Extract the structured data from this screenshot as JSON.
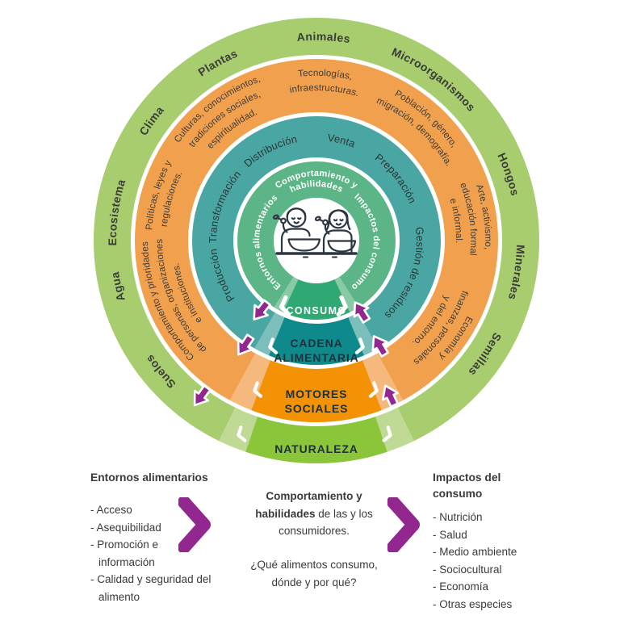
{
  "colors": {
    "outer_ring": "#a7cd6e",
    "social_ring": "#f1a04e",
    "chain_ring": "#4aa6a2",
    "inner_ring": "#5cb586",
    "consumo_wedge": "#2fa873",
    "cadena_wedge": "#0f8a8c",
    "motores_wedge": "#f29204",
    "naturaleza_wedge": "#8bc63a",
    "arrow_purple": "#92278f",
    "text_dark": "#3c3c3b"
  },
  "diagram": {
    "outer_labels": [
      "Animales",
      "Microorganismos",
      "Hongos",
      "Minerales",
      "Semillas",
      "Suelos",
      "Agua",
      "Ecosistema",
      "Clima",
      "Plantas"
    ],
    "social_drivers": {
      "tecnologias": [
        "Tecnologías,",
        "infraestructuras."
      ],
      "poblacion": [
        "Población, género,",
        "migración, demografía."
      ],
      "arte": [
        "Arte, activismo,",
        "educación formal",
        "e informal."
      ],
      "economia": [
        "Economía y",
        "finanzas, personales",
        "y del entorno."
      ],
      "comportamiento": [
        "Comportamiento y prioridades",
        "de personas, organizaciones",
        "e instituciones."
      ],
      "politicas": [
        "Políticas, leyes y",
        "regulaciones."
      ],
      "culturas": [
        "Culturas, conocimientos,",
        "tradiciones sociales,",
        "espiritualidad."
      ]
    },
    "food_chain": [
      "Distribución",
      "Venta",
      "Preparación",
      "Gestión de residuos",
      "Producción",
      "Transformación"
    ],
    "inner_ring": {
      "top_line1": "Comportamiento y",
      "top_line2": "habilidades",
      "left": "Entornos alimentarios",
      "right": "Impactos del consumo"
    },
    "badges": {
      "consumo": "CONSUMO",
      "cadena_line1": "CADENA",
      "cadena_line2": "ALIMENTARIA",
      "motores_line1": "MOTORES",
      "motores_line2": "SOCIALES",
      "naturaleza": "NATURALEZA"
    }
  },
  "footer": {
    "left": {
      "title": "Entornos alimentarios",
      "items": [
        "- Acceso",
        "- Asequibilidad",
        "- Promoción e información",
        "- Calidad y seguridad del alimento"
      ]
    },
    "center": {
      "lead_bold": "Comportamiento y habilidades",
      "lead_rest": " de las y los consumidores.",
      "question": "¿Qué alimentos consumo, dónde y por qué?"
    },
    "right": {
      "title": "Impactos del consumo",
      "items": [
        "- Nutrición",
        "- Salud",
        "- Medio ambiente",
        "- Sociocultural",
        "- Economía",
        "- Otras especies"
      ]
    }
  }
}
